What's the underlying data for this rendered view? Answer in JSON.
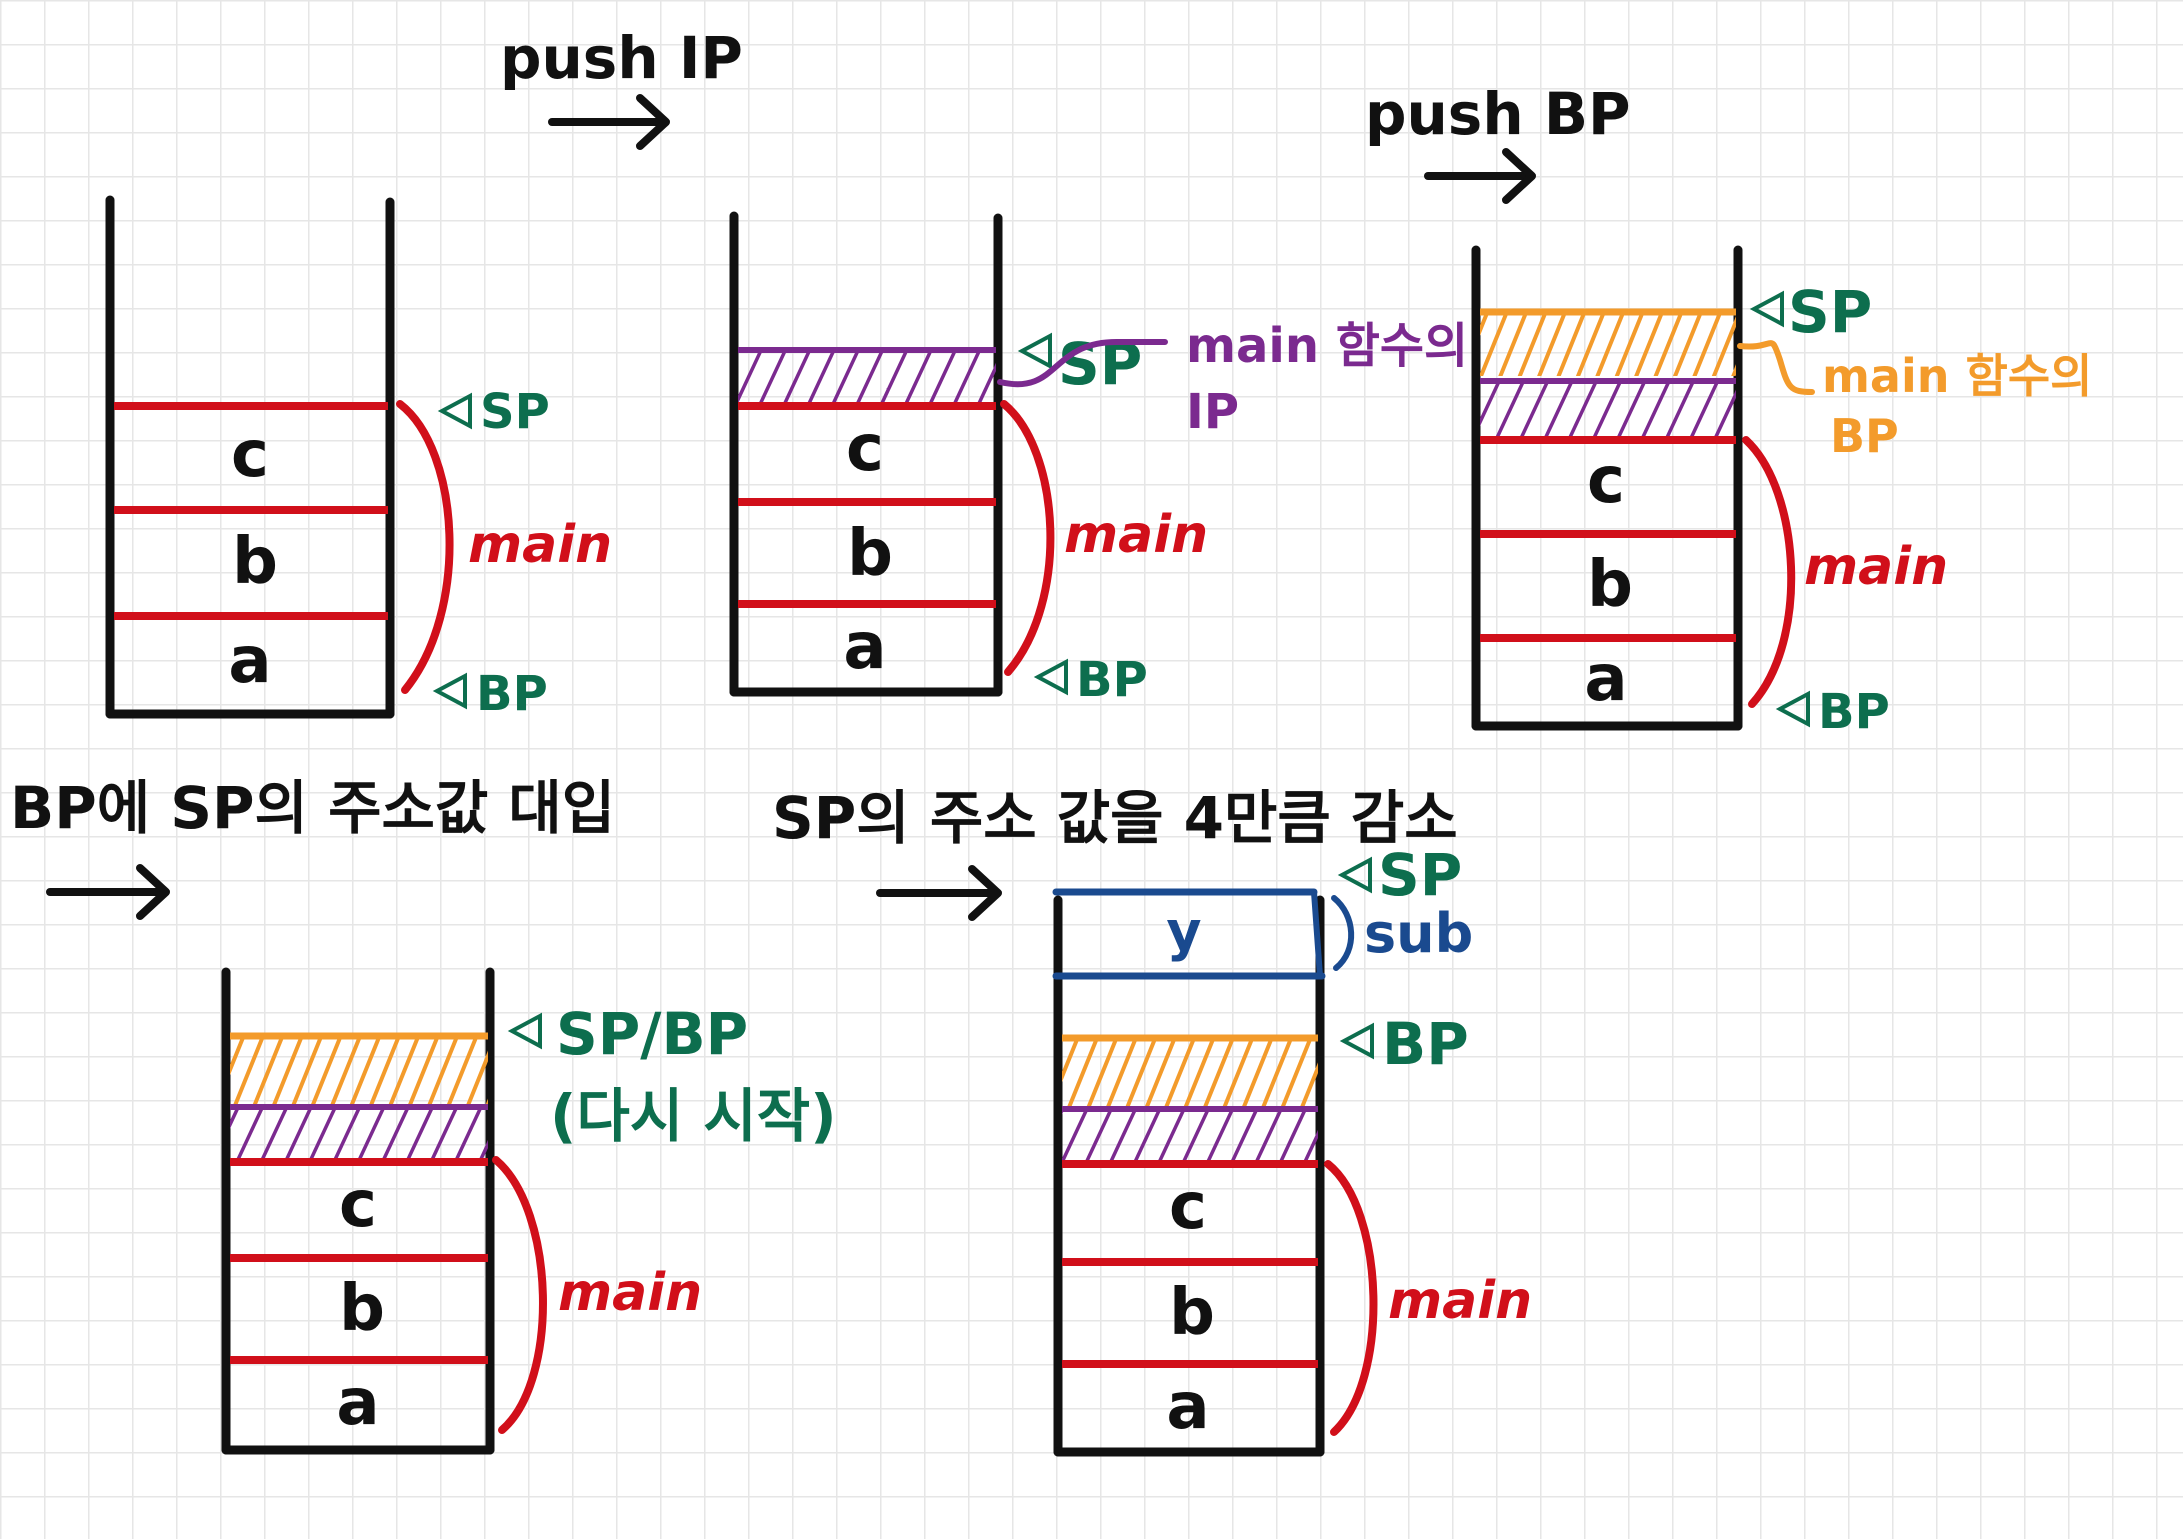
{
  "colors": {
    "ink": "#111111",
    "frame_red": "#d10f1a",
    "sp_bp_green": "#0d6e4e",
    "ip_purple": "#7b2a8f",
    "bp_orange": "#f39b2b",
    "sub_blue": "#1a4a8f",
    "grid": "#e6e6e6"
  },
  "steps": {
    "push_ip": "push IP",
    "push_bp": "push BP",
    "assign_bp": "BP에 SP의 주소값 대입",
    "decrease_sp": "SP의 주소 값을 4만큼 감소"
  },
  "cells": {
    "a": "a",
    "b": "b",
    "c": "c",
    "y": "y"
  },
  "labels": {
    "sp": "SP",
    "bp": "BP",
    "main": "main",
    "sub": "sub",
    "sp_bp": "SP/BP",
    "restart": "(다시 시작)",
    "main_ip_line1": "main 함수의",
    "main_ip_line2": "IP",
    "main_bp_line1": "main 함수의",
    "main_bp_line2": "BP"
  }
}
